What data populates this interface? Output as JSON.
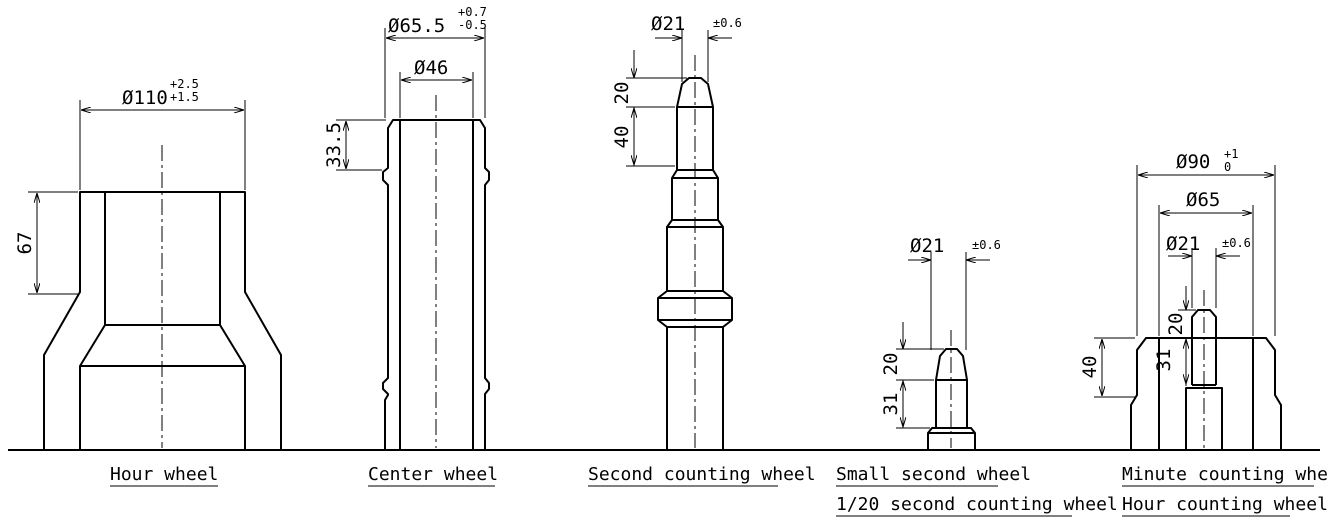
{
  "parts": [
    {
      "id": "hour-wheel",
      "caption": "Hour wheel",
      "dims": {
        "diameter": "Ø110",
        "tol_upper": "+2.5",
        "tol_lower": "+1.5",
        "height": "67"
      }
    },
    {
      "id": "center-wheel",
      "caption": "Center wheel",
      "dims": {
        "outer_diameter": "Ø65.5",
        "tol_upper": "+0.7",
        "tol_lower": "-0.5",
        "inner_diameter": "Ø46",
        "height": "33.5"
      }
    },
    {
      "id": "second-counting-wheel",
      "caption": "Second counting wheel",
      "dims": {
        "diameter": "Ø21",
        "tol": "±0.6",
        "tip_height": "20",
        "shank_height": "40"
      }
    },
    {
      "id": "small-second-wheel",
      "caption": "Small second wheel",
      "caption2": "1/20 second counting wheel",
      "dims": {
        "diameter": "Ø21",
        "tol": "±0.6",
        "tip_height": "20",
        "shank_height": "31"
      }
    },
    {
      "id": "minute-counting-wheel",
      "caption": "Minute counting wheel",
      "caption2": "Hour counting wheel",
      "dims": {
        "outer_diameter": "Ø90",
        "tol_upper": "+1",
        "tol_lower": "0",
        "mid_diameter": "Ø65",
        "pin_diameter": "Ø21",
        "pin_tol": "±0.6",
        "body_height": "40",
        "tip_height": "20",
        "pin_height": "31"
      }
    }
  ]
}
